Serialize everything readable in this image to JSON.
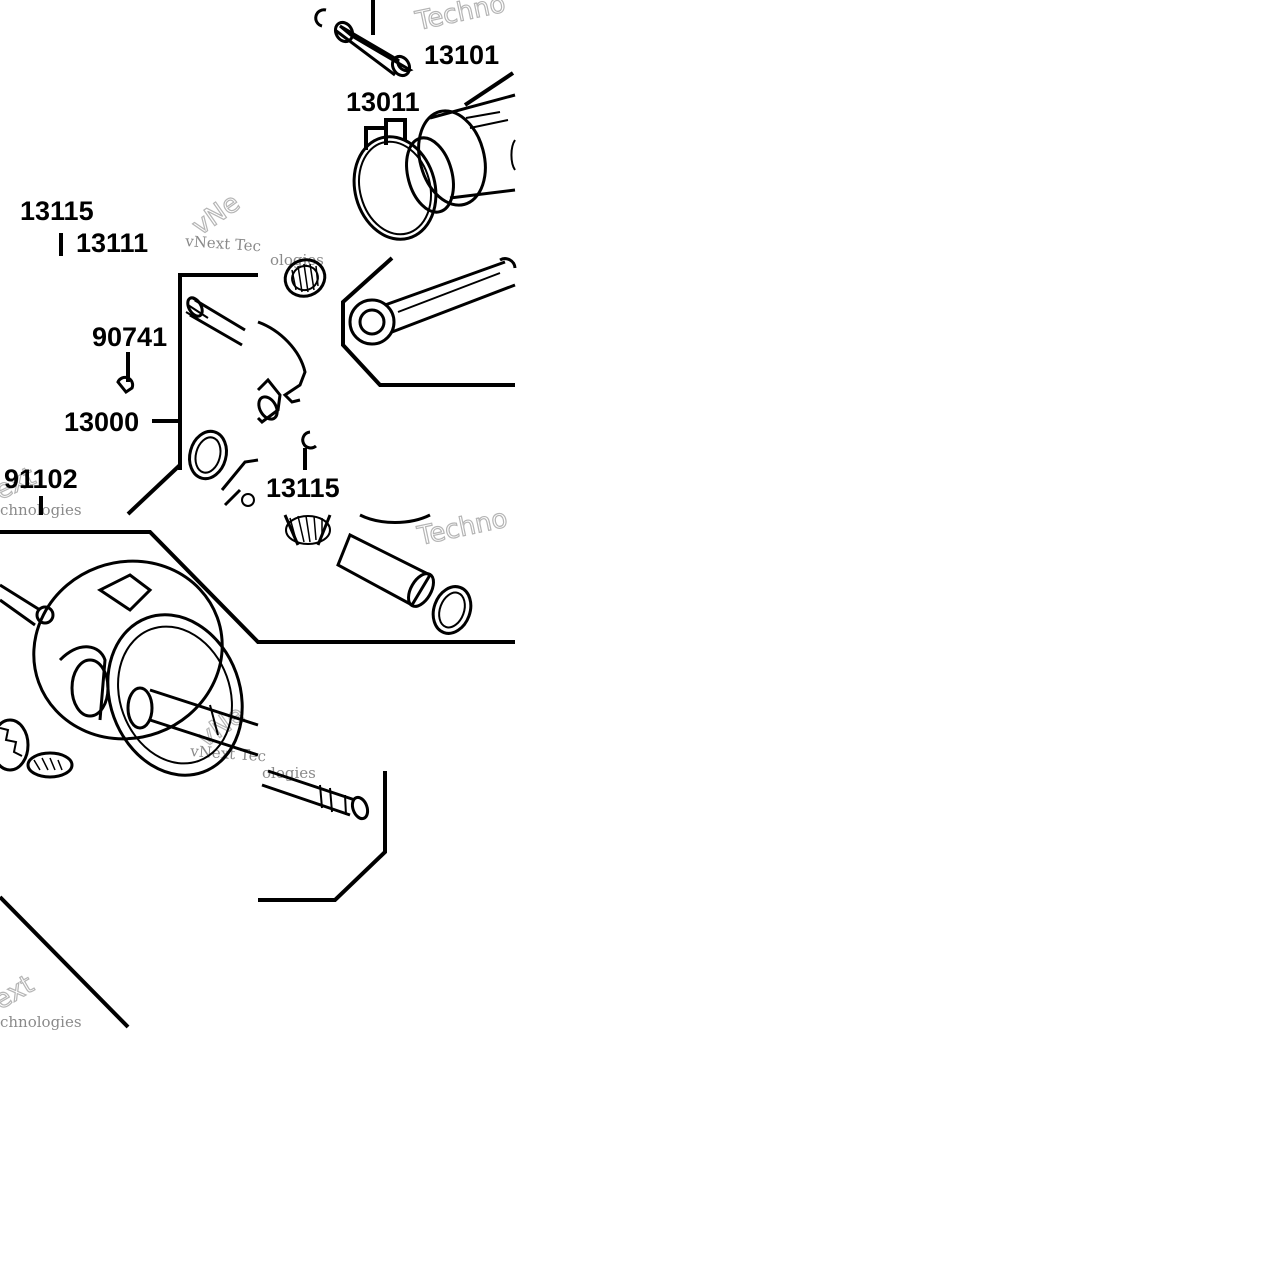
{
  "diagram": {
    "part_labels": {
      "p13101": "13101",
      "p13011": "13011",
      "p13115_top": "13115",
      "p13111": "13111",
      "p90741": "90741",
      "p13000": "13000",
      "p91102": "91102",
      "p13115_mid": "13115"
    },
    "watermarks": {
      "brand_line": "vNext Tec",
      "brand_tail": "Techno",
      "technologies": "Technologies",
      "chnologies": "chnologies",
      "ologies": "ologies",
      "ext": "ext",
      "vnext": "vNe"
    },
    "colors": {
      "line": "#000000",
      "background": "#ffffff",
      "watermark": "#8a8a8a"
    }
  }
}
